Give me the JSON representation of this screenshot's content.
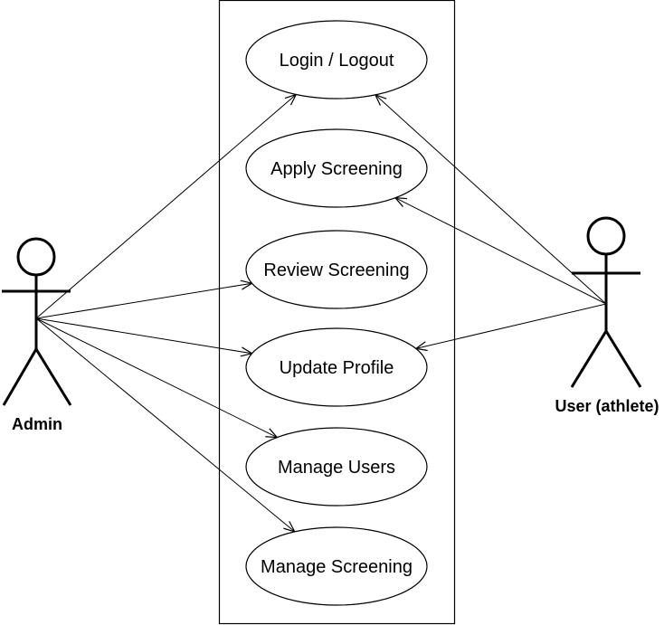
{
  "diagram": {
    "use_cases": [
      {
        "id": "login",
        "label": "Login / Logout"
      },
      {
        "id": "apply",
        "label": "Apply Screening"
      },
      {
        "id": "review",
        "label": "Review Screening"
      },
      {
        "id": "update",
        "label": "Update Profile"
      },
      {
        "id": "manage_users",
        "label": "Manage Users"
      },
      {
        "id": "manage_screening",
        "label": "Manage Screening"
      }
    ],
    "actors": [
      {
        "id": "admin",
        "label": "Admin"
      },
      {
        "id": "user",
        "label": "User (athlete)"
      }
    ],
    "associations": [
      {
        "from": "admin",
        "to": "login"
      },
      {
        "from": "admin",
        "to": "review"
      },
      {
        "from": "admin",
        "to": "update"
      },
      {
        "from": "admin",
        "to": "manage_users"
      },
      {
        "from": "admin",
        "to": "manage_screening"
      },
      {
        "from": "user",
        "to": "login"
      },
      {
        "from": "user",
        "to": "apply"
      },
      {
        "from": "user",
        "to": "update"
      }
    ],
    "colors": {
      "stroke": "#000000",
      "fill": "#ffffff"
    }
  }
}
